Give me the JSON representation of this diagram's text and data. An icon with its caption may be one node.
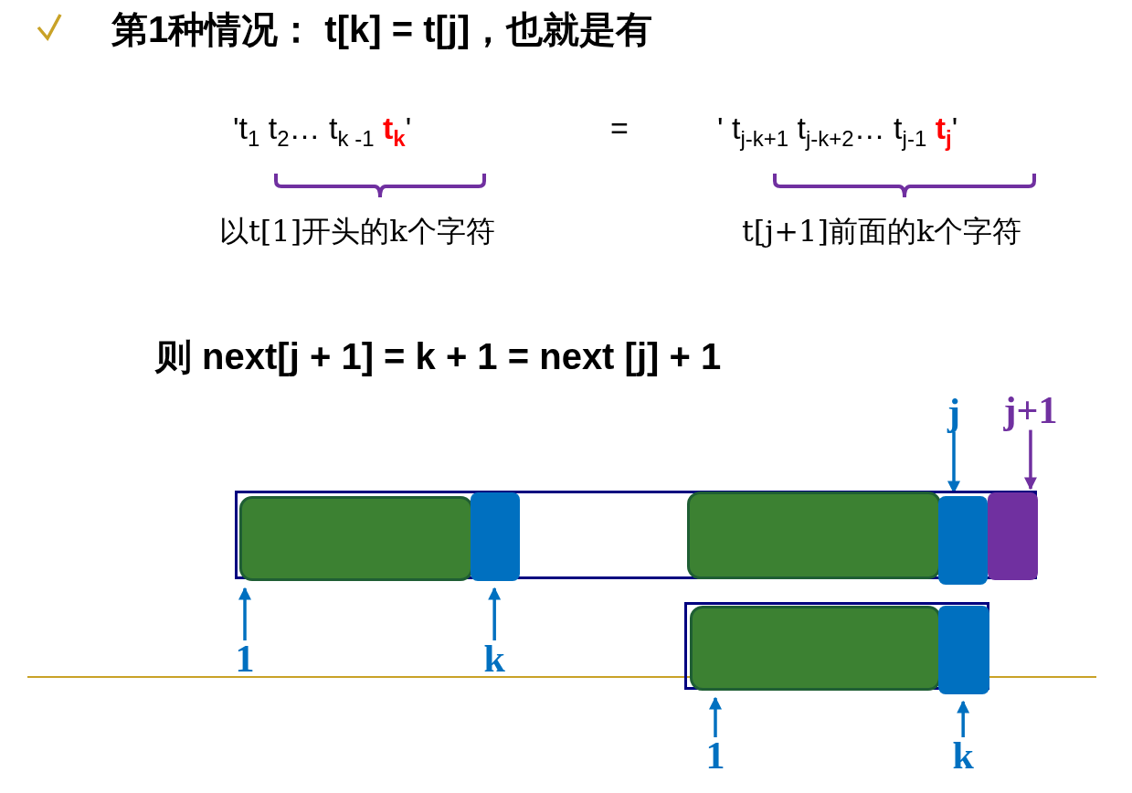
{
  "diagram": {
    "title": "第1种情况： t[k] = t[j]，也就是有",
    "nodes": [
      {
        "text": [],
        "shape": "box"
      },
      {
        "text": [],
        "shape": "box",
        "in": 0
      },
      {
        "text": [],
        "shape": "box",
        "in": 0
      },
      {
        "text": [],
        "shape": "box",
        "in": 0
      },
      {
        "text": [],
        "shape": "box",
        "in": 0
      },
      {
        "text": [],
        "shape": "box",
        "in": 0
      },
      {
        "text": [],
        "shape": "box"
      },
      {
        "text": [],
        "shape": "box",
        "in": 6
      },
      {
        "text": [],
        "shape": "box",
        "in": 6
      },
      {
        "text": [
          "1"
        ]
      },
      {
        "text": [
          "k"
        ]
      },
      {
        "text": [
          "j"
        ]
      },
      {
        "text": [
          "j+1"
        ]
      },
      {
        "text": [
          "1"
        ]
      },
      {
        "text": [
          "k"
        ]
      }
    ],
    "edges": [
      {
        "from": 9,
        "to": 1,
        "arrow": "to"
      },
      {
        "from": 10,
        "to": 2,
        "arrow": "to"
      },
      {
        "from": 11,
        "to": 4,
        "arrow": "to"
      },
      {
        "from": 12,
        "to": 5,
        "arrow": "to",
        "color": "#7030a0"
      },
      {
        "from": 13,
        "to": 7,
        "arrow": "to"
      },
      {
        "from": 14,
        "to": 8,
        "arrow": "to"
      }
    ],
    "labels": [
      "'t$_{1}$ t$_{2}$… t$_{k -1}$ **t$_{k}$**'",
      "=",
      "' t$_{j-k+1}$ t$_{j-k+2}$… t$_{j-1}$ **t$_{j}$**'",
      "以t[1]开头的k个字符",
      "t[j+1]前面的k个字符",
      "则 next[j + 1]  =  k + 1 =  next [j] + 1"
    ]
  }
}
